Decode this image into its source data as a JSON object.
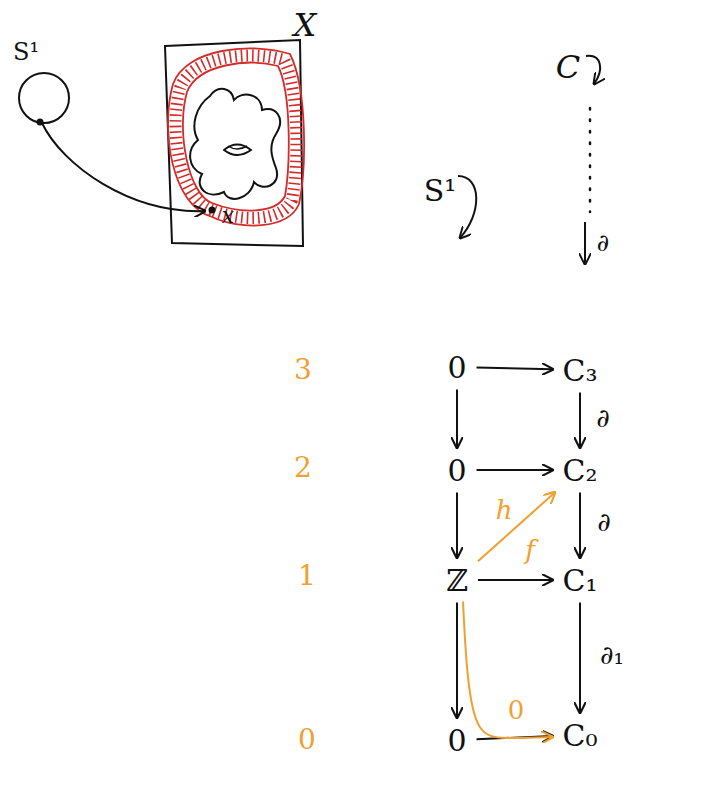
{
  "diagram": {
    "nodes": [
      {
        "text": [
          "0"
        ]
      },
      {
        "text": [
          "C₃"
        ]
      },
      {
        "text": [
          "0"
        ]
      },
      {
        "text": [
          "C₂"
        ]
      },
      {
        "text": [
          "ℤ"
        ]
      },
      {
        "text": [
          "C₁"
        ]
      },
      {
        "text": [
          "0"
        ]
      },
      {
        "text": [
          "C₀"
        ]
      }
    ],
    "edges": [
      {
        "from": 0,
        "to": 1,
        "arrow": "to"
      },
      {
        "from": 0,
        "to": 2,
        "arrow": "to"
      },
      {
        "from": 2,
        "to": 3,
        "arrow": "to"
      },
      {
        "from": 2,
        "to": 4,
        "arrow": "to"
      },
      {
        "from": 1,
        "to": 3,
        "label": "∂",
        "arrow": "to"
      },
      {
        "from": 3,
        "to": 5,
        "label": "∂",
        "arrow": "to"
      },
      {
        "from": 4,
        "to": 5,
        "label": "f",
        "arrow": "to"
      },
      {
        "from": 4,
        "to": 3,
        "label": "h",
        "arrow": "to"
      },
      {
        "from": 4,
        "to": 6,
        "arrow": "to"
      },
      {
        "from": 5,
        "to": 7,
        "label": "∂₁",
        "arrow": "to"
      },
      {
        "from": 6,
        "to": 7,
        "arrow": "to"
      },
      {
        "from": 4,
        "to": 7,
        "label": "0",
        "arrow": "to"
      }
    ],
    "labels": [
      "X",
      "S¹",
      "x",
      "S¹",
      "C",
      "∂",
      "3",
      "2",
      "1",
      "0"
    ]
  }
}
